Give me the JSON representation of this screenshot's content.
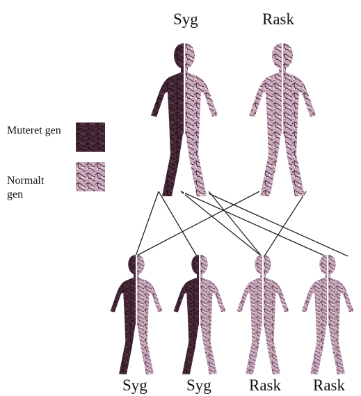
{
  "parents": {
    "left_label": "Syg",
    "right_label": "Rask"
  },
  "children": {
    "labels": [
      "Syg",
      "Syg",
      "Rask",
      "Rask"
    ]
  },
  "legend": {
    "mutated_label": "Muteret gen",
    "normal_label": "Normalt gen"
  },
  "colors": {
    "mutated": "#4a2a3a",
    "normal": "#a47e94",
    "line": "#222222"
  }
}
